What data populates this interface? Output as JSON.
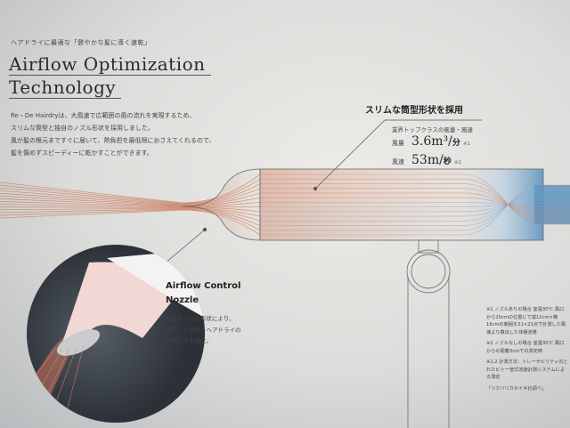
{
  "header": {
    "tagline": "ヘアドライに最適な「健やかな髪に導く速乾」",
    "title_line1": "Airflow Optimization",
    "title_line2": "Technology"
  },
  "intro": {
    "lines": [
      "Re・De Hairdryは、大風速で広範囲の風の流れを実現するため、",
      "スリムな筒型と独自のノズル形状を採用しました。",
      "風が髪の根元まですぐに届いて、熱負担を最低限におさえてくれるので、",
      "髪を傷めずスピーディーに乾かすことができます。"
    ]
  },
  "feature": {
    "title": "スリムな筒型形状を採用",
    "caption": "業界トップクラスの風量・風速",
    "specs": [
      {
        "label": "風量",
        "value": "3.6m³/",
        "unit": "分",
        "note": "※1"
      },
      {
        "label": "風速",
        "value": "53m/",
        "unit": "秒",
        "note": "※2"
      }
    ]
  },
  "nozzle": {
    "title_line1": "Airflow Control",
    "title_line2": "Nozzle",
    "desc": [
      "独自のノズル形状により、",
      "パワフルな風とヘアドライの",
      "心地よさを両立。"
    ]
  },
  "notes": [
    "※1 ノズルありの場合 室温30℃ 風口から20cmの位置にて縦12cm×横16cmの範囲を21×21点で計測した風速より算出した体積流量",
    "※2 ノズルなしの場合 室温30℃ 風口からの距離3cmでの測定時",
    "※1,2 計測方法：トレーサビリティのとれたピトー管式流速計測システムによる測定",
    "「ツクバリカセイキ社調べ」"
  ],
  "colors": {
    "warm": "#c9785a",
    "cool": "#5d93bf",
    "inset": "#3a4048"
  }
}
